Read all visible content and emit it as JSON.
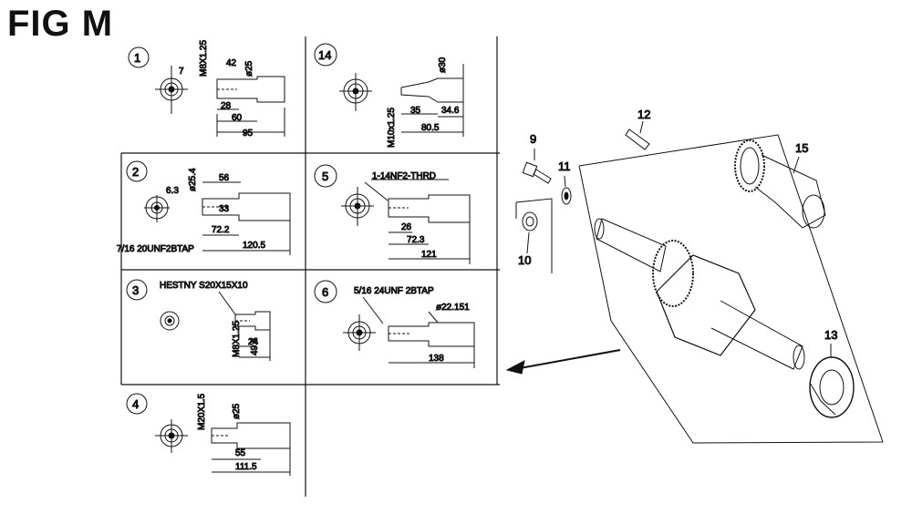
{
  "title": "FIG M",
  "panels": [
    {
      "id": "1",
      "dims": [
        "7",
        "M8X1.25",
        "42",
        "ø25",
        "28",
        "60",
        "95"
      ]
    },
    {
      "id": "14",
      "dims": [
        "ø30",
        "M10x1.25",
        "35",
        "34.6",
        "80.5"
      ]
    },
    {
      "id": "2",
      "dims": [
        "6.3",
        "ø25.4",
        "56",
        "33",
        "72.2",
        "120.5"
      ],
      "note": "7/16 20UNF2BTAP"
    },
    {
      "id": "5",
      "dims": [
        "26",
        "72.3",
        "121"
      ],
      "note": "1-14NF2-THRD"
    },
    {
      "id": "3",
      "dims": [
        "M8X1.25",
        "24",
        "49.5"
      ],
      "note": "HESTNY S20X15X10"
    },
    {
      "id": "6",
      "dims": [
        "ø22.151",
        "138"
      ],
      "note": "5/16 24UNF 2BTAP"
    },
    {
      "id": "4",
      "dims": [
        "M20X1.5",
        "ø25",
        "55",
        "111.5"
      ]
    }
  ],
  "parts": [
    "9",
    "11",
    "10",
    "12",
    "15",
    "13"
  ]
}
